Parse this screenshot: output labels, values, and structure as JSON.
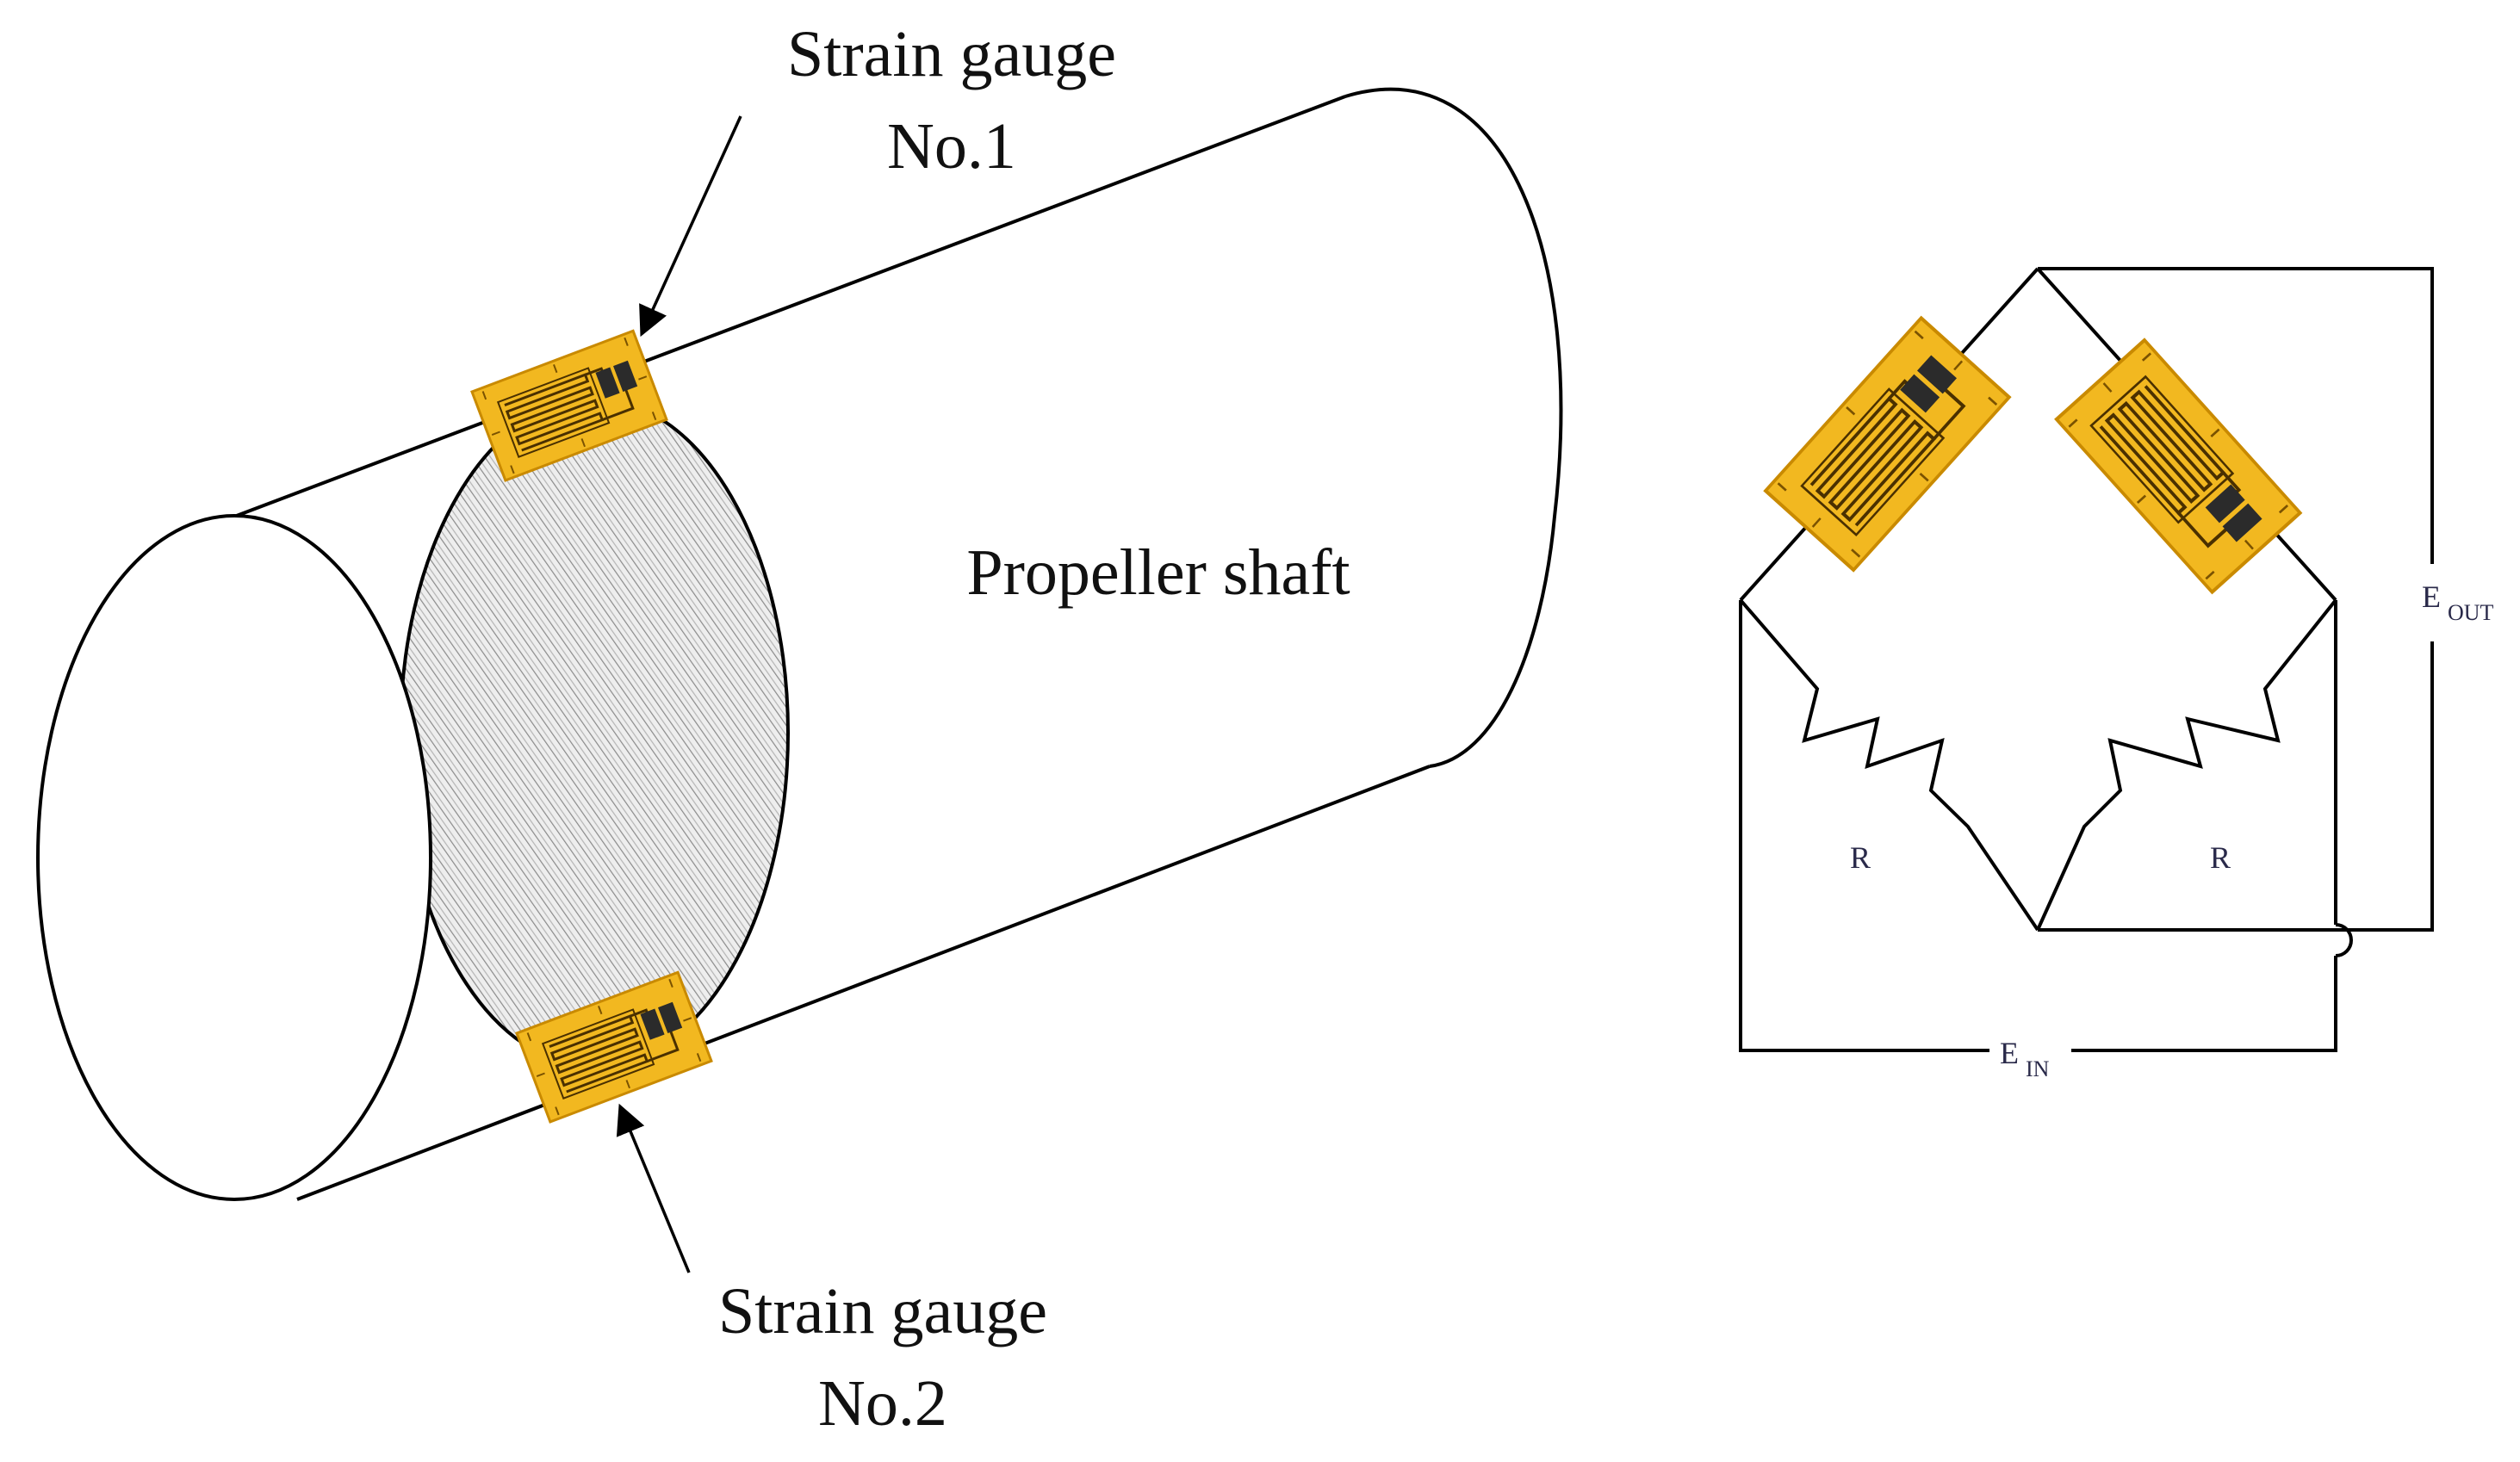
{
  "labels": {
    "gauge1_line1": "Strain gauge",
    "gauge1_line2": "No.1",
    "gauge2_line1": "Strain gauge",
    "gauge2_line2": "No.2",
    "shaft": "Propeller shaft",
    "resistor_left": "R",
    "resistor_right": "R",
    "eout_main": "E",
    "eout_sub": "OUT",
    "ein_main": "E",
    "ein_sub": "IN"
  },
  "colors": {
    "line": "#000000",
    "gauge_fill": "#f2b820",
    "gauge_edge": "#c98a00",
    "gauge_grid": "#5a3d00",
    "hatch": "#7a7a7a",
    "hatch_bg": "#eeeeee"
  }
}
